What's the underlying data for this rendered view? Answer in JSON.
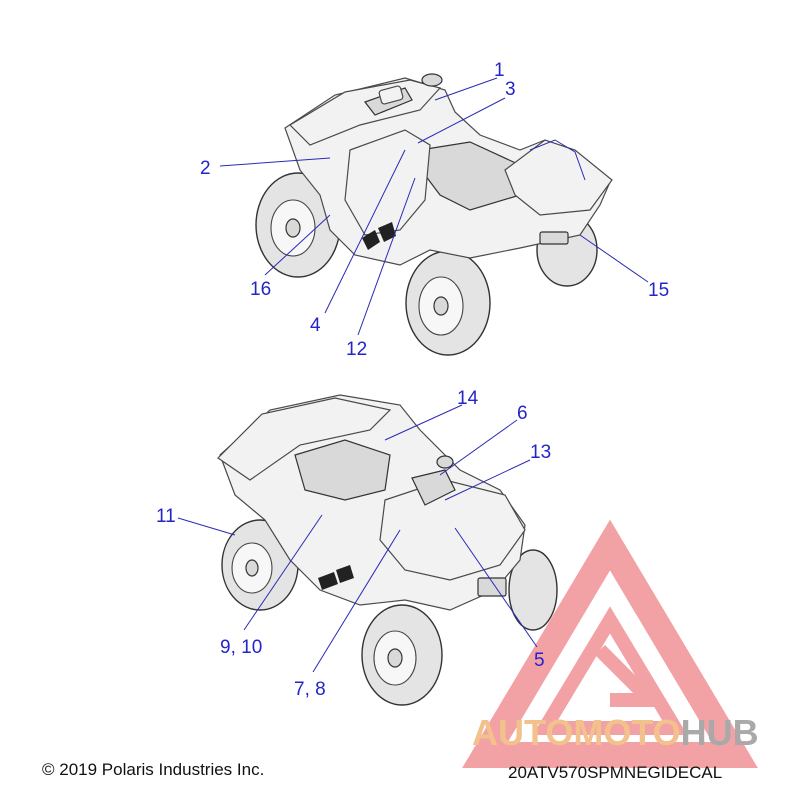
{
  "callouts": {
    "c1": "1",
    "c2": "2",
    "c3": "3",
    "c4": "4",
    "c5": "5",
    "c6": "6",
    "c7_8": "7, 8",
    "c9_10": "9, 10",
    "c11": "11",
    "c12": "12",
    "c13": "13",
    "c14": "14",
    "c15": "15",
    "c16": "16"
  },
  "footer": {
    "copyright": "© 2019 Polaris Industries Inc.",
    "diagram_code": "20ATV570SPMNEGIDECAL"
  },
  "watermark": {
    "part1": "AUTOMOTO",
    "part2": "HUB",
    "logo_color": "#e8555a",
    "text_color_1": "#f2c18c",
    "text_color_2": "#a9a9a9"
  },
  "colors": {
    "callout": "#2424c8",
    "line_art": "#333333"
  }
}
